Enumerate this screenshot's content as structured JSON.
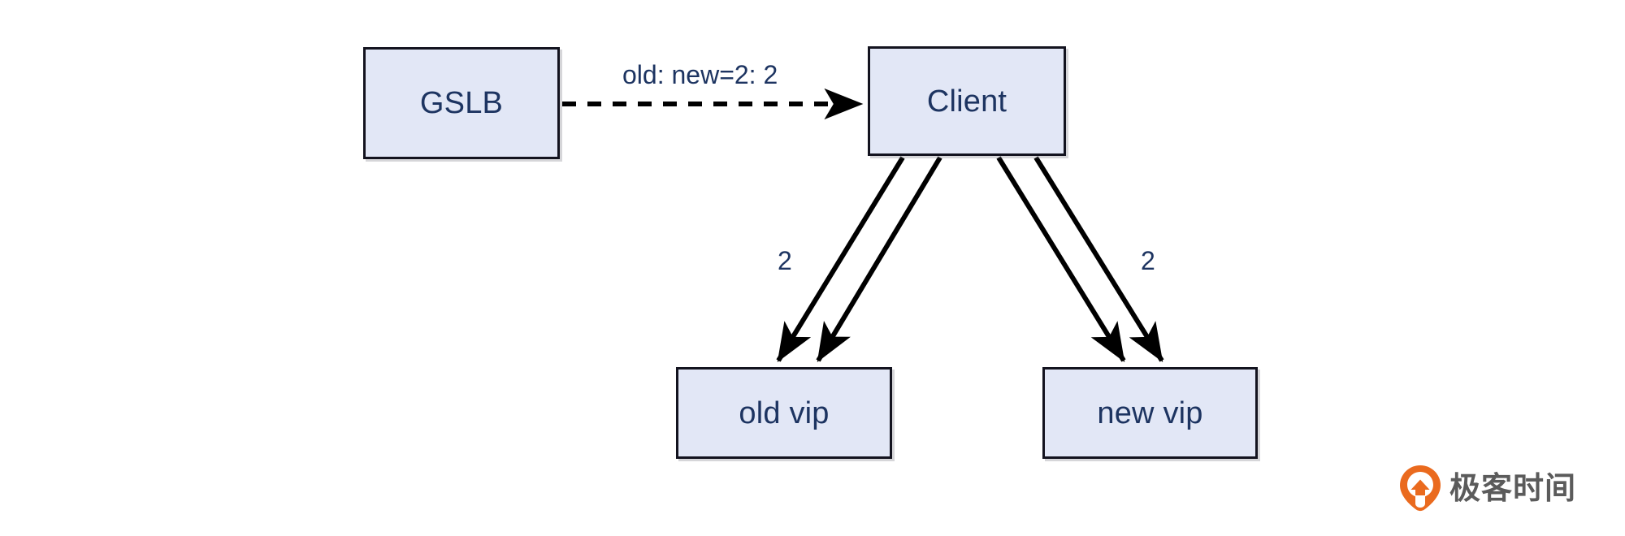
{
  "diagram": {
    "type": "flowchart",
    "nodes": [
      {
        "id": "gslb",
        "label": "GSLB"
      },
      {
        "id": "client",
        "label": "Client"
      },
      {
        "id": "oldvip",
        "label": "old vip"
      },
      {
        "id": "newvip",
        "label": "new vip"
      }
    ],
    "edges": [
      {
        "id": "gslb-client",
        "from": "gslb",
        "to": "client",
        "label": "old: new=2: 2",
        "style": "dashed",
        "arrow": "single"
      },
      {
        "id": "client-oldvip-a",
        "from": "client",
        "to": "oldvip",
        "label": "2",
        "style": "solid",
        "arrow": "single"
      },
      {
        "id": "client-oldvip-b",
        "from": "client",
        "to": "oldvip",
        "label": "",
        "style": "solid",
        "arrow": "single"
      },
      {
        "id": "client-newvip-a",
        "from": "client",
        "to": "newvip",
        "label": "2",
        "style": "solid",
        "arrow": "single"
      },
      {
        "id": "client-newvip-b",
        "from": "client",
        "to": "newvip",
        "label": "",
        "style": "solid",
        "arrow": "single"
      }
    ],
    "edge_labels": {
      "gslb_to_client": "old: new=2: 2",
      "client_to_oldvip": "2",
      "client_to_newvip": "2"
    },
    "colors": {
      "node_fill": "#e2e7f6",
      "node_border": "#13131f",
      "node_text": "#1d3461",
      "edge_stroke": "#000000",
      "background": "#ffffff",
      "watermark_logo": "#ea6a1e",
      "watermark_text": "#5b5b5b"
    }
  },
  "watermark": {
    "text": "极客时间",
    "logo_icon": "location-pin-icon"
  }
}
